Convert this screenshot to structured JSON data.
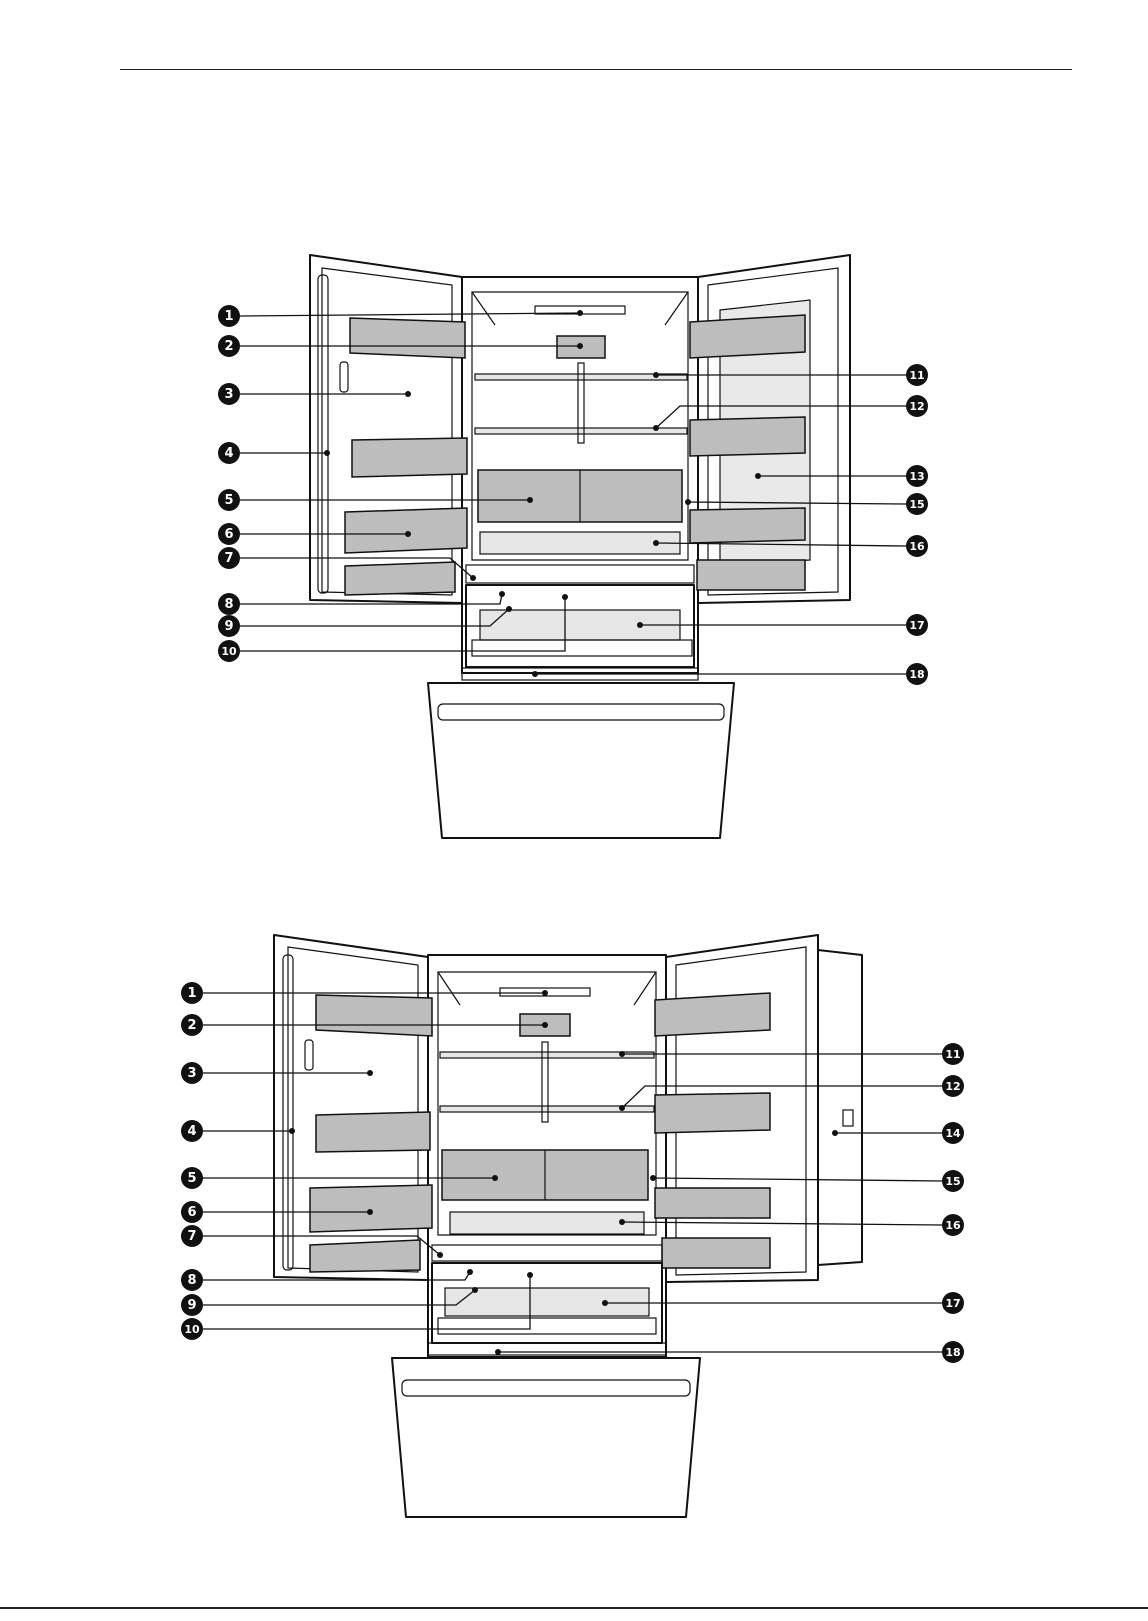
{
  "diagrams": [
    {
      "id": "top",
      "callouts_left": [
        {
          "n": "1"
        },
        {
          "n": "2"
        },
        {
          "n": "3"
        },
        {
          "n": "4"
        },
        {
          "n": "5"
        },
        {
          "n": "6"
        },
        {
          "n": "7"
        },
        {
          "n": "8"
        },
        {
          "n": "9"
        },
        {
          "n": "10"
        }
      ],
      "callouts_right": [
        {
          "n": "11"
        },
        {
          "n": "12"
        },
        {
          "n": "13"
        },
        {
          "n": "15"
        },
        {
          "n": "16"
        },
        {
          "n": "17"
        },
        {
          "n": "18"
        }
      ]
    },
    {
      "id": "bottom",
      "callouts_left": [
        {
          "n": "1"
        },
        {
          "n": "2"
        },
        {
          "n": "3"
        },
        {
          "n": "4"
        },
        {
          "n": "5"
        },
        {
          "n": "6"
        },
        {
          "n": "7"
        },
        {
          "n": "8"
        },
        {
          "n": "9"
        },
        {
          "n": "10"
        }
      ],
      "callouts_right": [
        {
          "n": "11"
        },
        {
          "n": "12"
        },
        {
          "n": "14"
        },
        {
          "n": "15"
        },
        {
          "n": "16"
        },
        {
          "n": "17"
        },
        {
          "n": "18"
        }
      ]
    }
  ]
}
